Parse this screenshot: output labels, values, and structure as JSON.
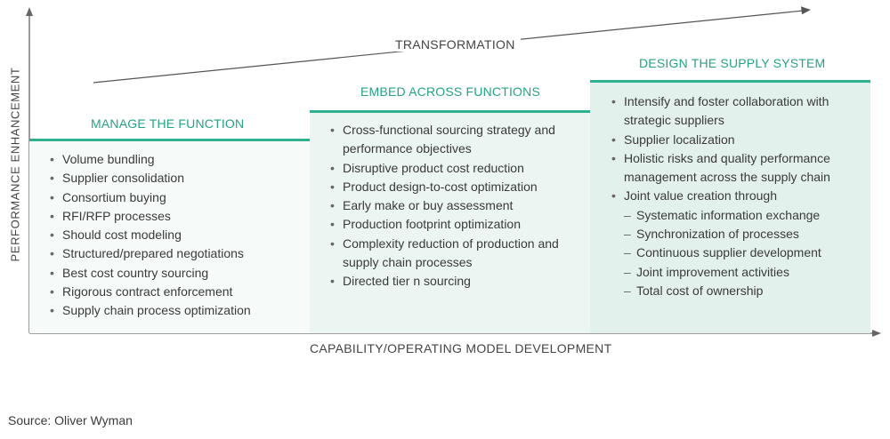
{
  "y_axis_label": "PERFORMANCE ENHANCEMENT",
  "x_axis_label": "CAPABILITY/OPERATING MODEL DEVELOPMENT",
  "arrow_label": "TRANSFORMATION",
  "colors": {
    "accent": "#2fb08e",
    "title": "#24a383",
    "fill_1": "#f6faf9",
    "fill_2": "#ebf5f2",
    "fill_3": "#e3f1ed"
  },
  "stages": [
    {
      "title": "MANAGE THE FUNCTION",
      "items": [
        {
          "text": "Volume bundling"
        },
        {
          "text": "Supplier consolidation"
        },
        {
          "text": "Consortium buying"
        },
        {
          "text": "RFI/RFP processes"
        },
        {
          "text": "Should cost modeling"
        },
        {
          "text": "Structured/prepared negotiations"
        },
        {
          "text": "Best cost country sourcing"
        },
        {
          "text": "Rigorous contract enforcement"
        },
        {
          "text": "Supply chain process optimization"
        }
      ]
    },
    {
      "title": "EMBED ACROSS FUNCTIONS",
      "items": [
        {
          "text": "Cross-functional sourcing strategy and performance objectives"
        },
        {
          "text": "Disruptive product cost reduction"
        },
        {
          "text": "Product design-to-cost optimization"
        },
        {
          "text": "Early make or buy assessment"
        },
        {
          "text": "Production footprint optimization"
        },
        {
          "text": "Complexity reduction of production and supply chain processes"
        },
        {
          "text": "Directed tier n sourcing"
        }
      ]
    },
    {
      "title": "DESIGN THE SUPPLY SYSTEM",
      "items": [
        {
          "text": "Intensify and foster collaboration with strategic suppliers"
        },
        {
          "text": "Supplier localization"
        },
        {
          "text": "Holistic risks and quality performance management across the supply chain"
        },
        {
          "text": "Joint value creation through"
        },
        {
          "text": "Systematic information exchange",
          "sub": true
        },
        {
          "text": "Synchronization of processes",
          "sub": true
        },
        {
          "text": "Continuous supplier development",
          "sub": true
        },
        {
          "text": "Joint improvement activities",
          "sub": true
        },
        {
          "text": "Total cost of ownership",
          "sub": true
        }
      ]
    }
  ],
  "source": "Source: Oliver Wyman"
}
